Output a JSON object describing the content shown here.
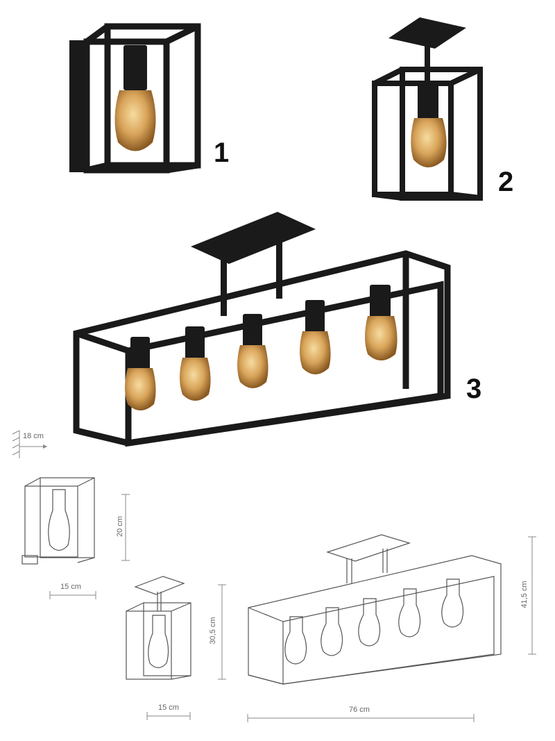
{
  "labels": {
    "product_1": "1",
    "product_2": "2",
    "product_3": "3"
  },
  "dimensions": {
    "depth_wall": "18 cm",
    "height_wall": "20 cm",
    "width_wall": "15 cm",
    "height_ceiling_single": "30,5 cm",
    "width_ceiling_single": "15 cm",
    "height_ceiling_five": "41,5 cm",
    "width_ceiling_five": "76 cm"
  },
  "colors": {
    "frame": "#1a1a1a",
    "bulb_amber": "#d9a45a",
    "line_drawing": "#888888"
  }
}
